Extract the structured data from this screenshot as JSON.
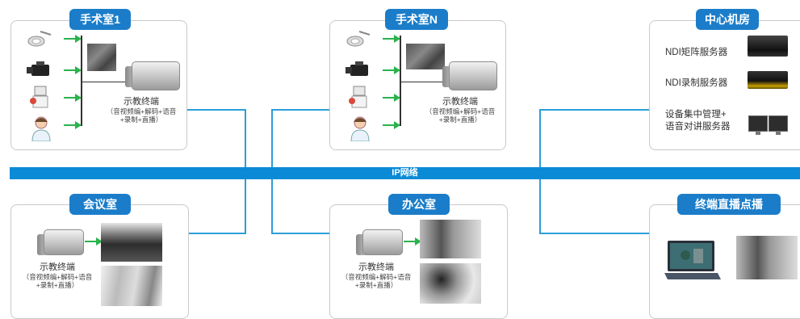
{
  "network": {
    "label": "IP网络"
  },
  "panels": {
    "or1": {
      "title": "手术室1",
      "terminal_label": "示教终端",
      "terminal_sub1": "（音视频编+解码+语音",
      "terminal_sub2": "+录制+直播）"
    },
    "orN": {
      "title": "手术室N",
      "terminal_label": "示教终端",
      "terminal_sub1": "（音视频编+解码+语音",
      "terminal_sub2": "+录制+直播）"
    },
    "center": {
      "title": "中心机房",
      "servers": [
        {
          "label": "NDI矩阵服务器"
        },
        {
          "label": "NDI录制服务器"
        },
        {
          "label_line1": "设备集中管理+",
          "label_line2": "语音对讲服务器"
        }
      ]
    },
    "meeting": {
      "title": "会议室",
      "terminal_label": "示教终端",
      "terminal_sub1": "（音视频编+解码+语音",
      "terminal_sub2": "+录制+直播）"
    },
    "office": {
      "title": "办公室",
      "terminal_label": "示教终端",
      "terminal_sub1": "（音视频编+解码+语音",
      "terminal_sub2": "+录制+直播）"
    },
    "live": {
      "title": "终端直播点播"
    }
  },
  "icons": {
    "surgical_light": "surgical-light-icon",
    "camera": "camera-icon",
    "ultrasound": "ultrasound-icon",
    "doctor": "doctor-icon"
  },
  "colors": {
    "accent": "#1b7dc9",
    "network": "#0b8bd6",
    "arrow": "#2bb24c",
    "wire": "#2c9ed8"
  }
}
